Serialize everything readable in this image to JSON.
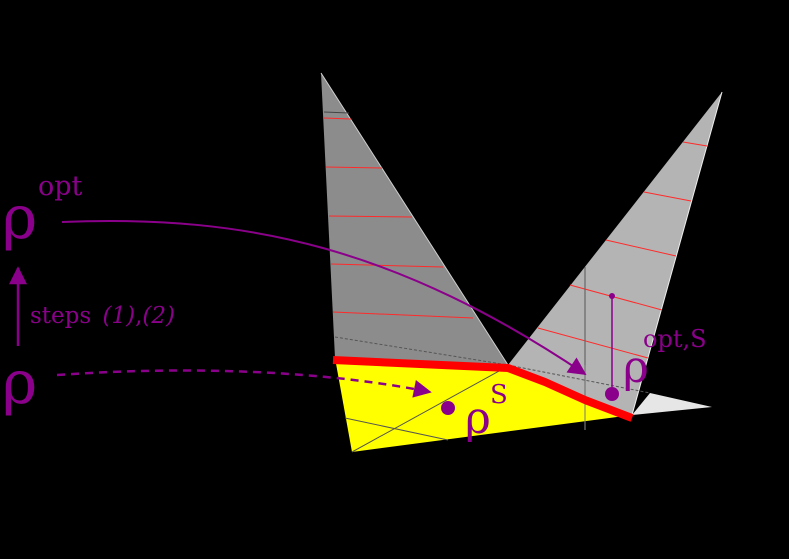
{
  "colors": {
    "background": "#000000",
    "accent_purple": "#8b008b",
    "feasible_yellow": "#ffff00",
    "boundary_red": "#ff0000",
    "level_lines_red": "#ff2020",
    "left_cone_gray": "#8c8c8c",
    "right_cone_gray": "#b4b4b4",
    "tip_light_gray": "#e6e6e6"
  },
  "labels": {
    "rho_opt": {
      "base": "ρ",
      "sup": "opt"
    },
    "rho": {
      "base": "ρ"
    },
    "rho_S": {
      "base": "ρ",
      "sup": "S"
    },
    "rho_opt_S": {
      "base": "ρ",
      "sup": "opt,S"
    },
    "steps": {
      "prefix": "steps",
      "ref1": "(1)",
      "sep": ",",
      "ref2": "(2)"
    }
  }
}
